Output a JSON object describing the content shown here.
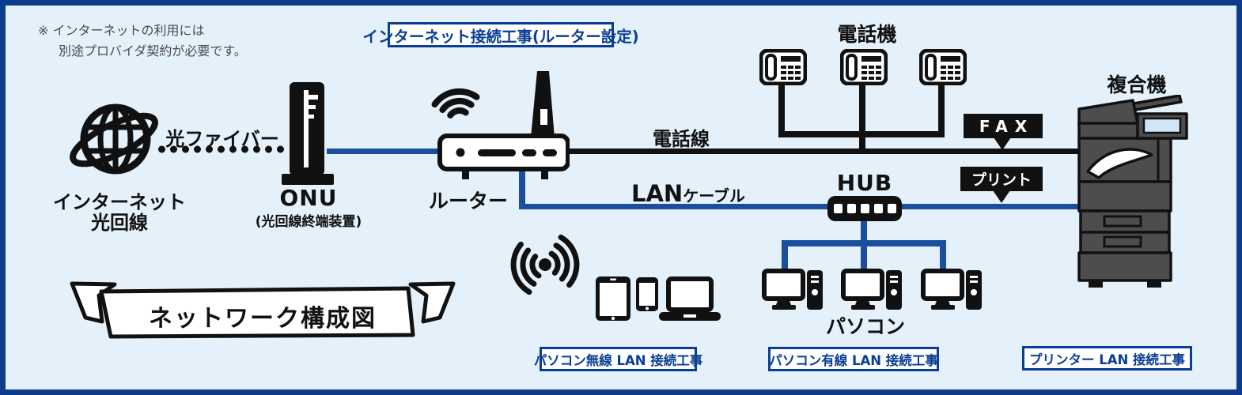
{
  "colors": {
    "background": "#e4f1fb",
    "frame_border": "#0d3c8c",
    "lan_line_blue": "#1b4f9e",
    "diagram_black": "#111111",
    "label_box_blue": "#0a3e94",
    "badge_black": "#111111",
    "mfp_body_gray": "#4d4d4d",
    "mfp_screen_blue": "#cfe6f9"
  },
  "note": {
    "line1": "※ インターネットの利用には",
    "line2": "別途プロバイダ契約が必要です。"
  },
  "construction_boxes": {
    "router_setup": "インターネット接続工事(ルーター設定)",
    "pc_wireless": "パソコン無線 LAN 接続工事",
    "pc_wired": "パソコン有線 LAN 接続工事",
    "printer": "プリンター LAN 接続工事"
  },
  "banner": {
    "title": "ネットワーク構成図"
  },
  "nodes": {
    "internet": {
      "label_line1": "インターネット",
      "label_line2": "光回線"
    },
    "onu": {
      "label": "ONU",
      "sublabel": "(光回線終端装置)"
    },
    "router": {
      "label": "ルーター"
    },
    "phones": {
      "label": "電話機",
      "count": 3
    },
    "hub": {
      "label": "HUB"
    },
    "pcs": {
      "label": "パソコン",
      "count": 3
    },
    "mfp": {
      "label": "複合機"
    },
    "wireless_devices": {
      "types": [
        "tablet",
        "smartphone",
        "laptop"
      ]
    }
  },
  "cables": {
    "fiber": {
      "label": "光ファイバー",
      "style": "dotted-black"
    },
    "phone_line": {
      "label": "電話線",
      "style": "solid-black"
    },
    "lan_cable": {
      "label_main": "LAN",
      "label_sub": "ケーブル",
      "style": "solid-blue"
    }
  },
  "badges": {
    "fax": "FAX",
    "print": "プリント"
  },
  "icons": [
    "globe-icon",
    "onu-icon",
    "wifi-signal-icon",
    "router-icon",
    "telephone-icon",
    "hub-icon",
    "desktop-pc-icon",
    "wireless-broadcast-icon",
    "tablet-icon",
    "smartphone-icon",
    "laptop-icon",
    "mfp-printer-icon",
    "ribbon-banner"
  ]
}
